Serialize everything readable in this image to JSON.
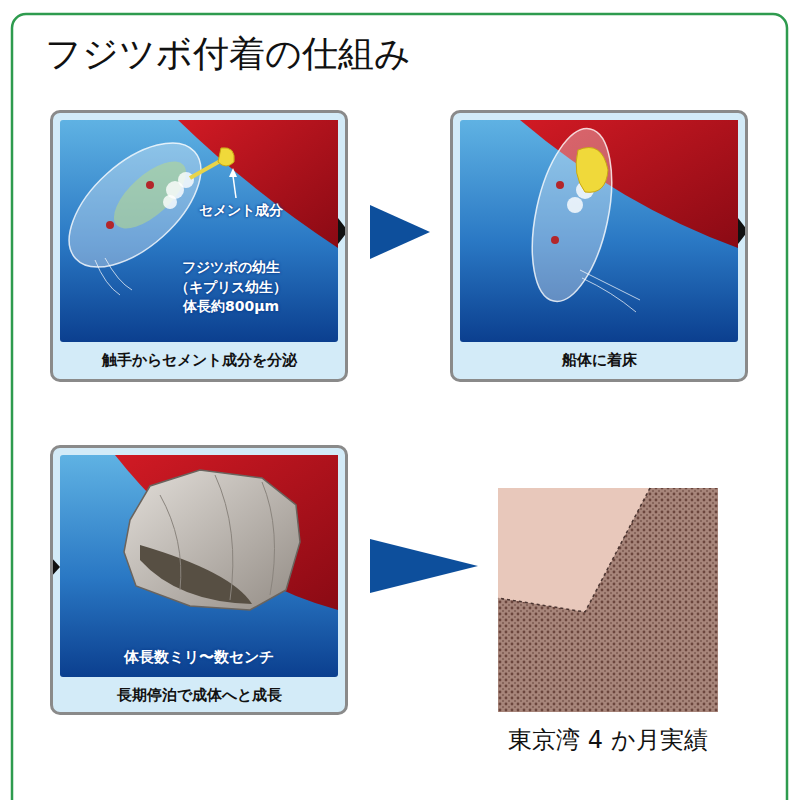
{
  "diagram": {
    "title": "フジツボ付着の仕組み",
    "nodes": [
      {
        "text": [
          "セメント成分",
          "フジツボの幼生 （キプリス幼生） 体長約800μm",
          "触手からセメント成分を分泌"
        ]
      },
      {
        "text": [
          "船体に着床"
        ]
      },
      {
        "text": [
          "体長数ミリ〜数センチ",
          "長期停泊で成体へと成長"
        ]
      },
      {
        "text": [
          "東京湾 4 か月実績"
        ]
      }
    ],
    "edges": [
      {
        "from": 0,
        "to": 1,
        "arrow": "to"
      },
      {
        "from": 2,
        "to": 3,
        "arrow": "to"
      }
    ]
  }
}
